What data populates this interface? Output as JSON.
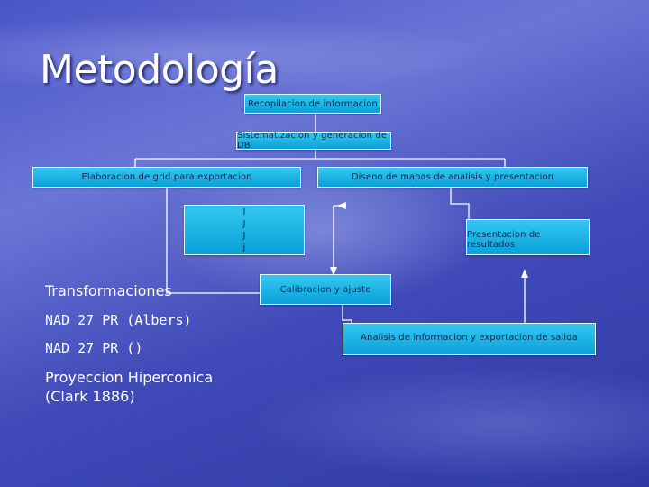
{
  "title": "Metodología",
  "nodes": {
    "recopilacion": "Recopilacion de informacion",
    "sistematizacion": "Sistematizacion y generacion de DB",
    "elaboracion": "Elaboracion de grid para exportacion",
    "diseno": "Diseno de mapas de analisis y presentacion",
    "ijjj": [
      "I",
      "J",
      "J",
      "j"
    ],
    "presentacion": "Presentacion de resultados",
    "calibracion": "Calibracion y ajuste",
    "analisis": "Analisis de informacion y exportacion de salida"
  },
  "labels": {
    "transformaciones": "Transformaciones",
    "nad_albers": "NAD 27 PR (Albers)",
    "nad_empty": "NAD 27 PR ()",
    "proyeccion_1": "Proyeccion Hiperconica",
    "proyeccion_2": "(Clark 1886)"
  },
  "colors": {
    "box_top": "#34c8f0",
    "box_bottom": "#0aa0d8",
    "box_text": "#0b2a55",
    "connector": "#ffffff",
    "background": "#4a55c8"
  }
}
